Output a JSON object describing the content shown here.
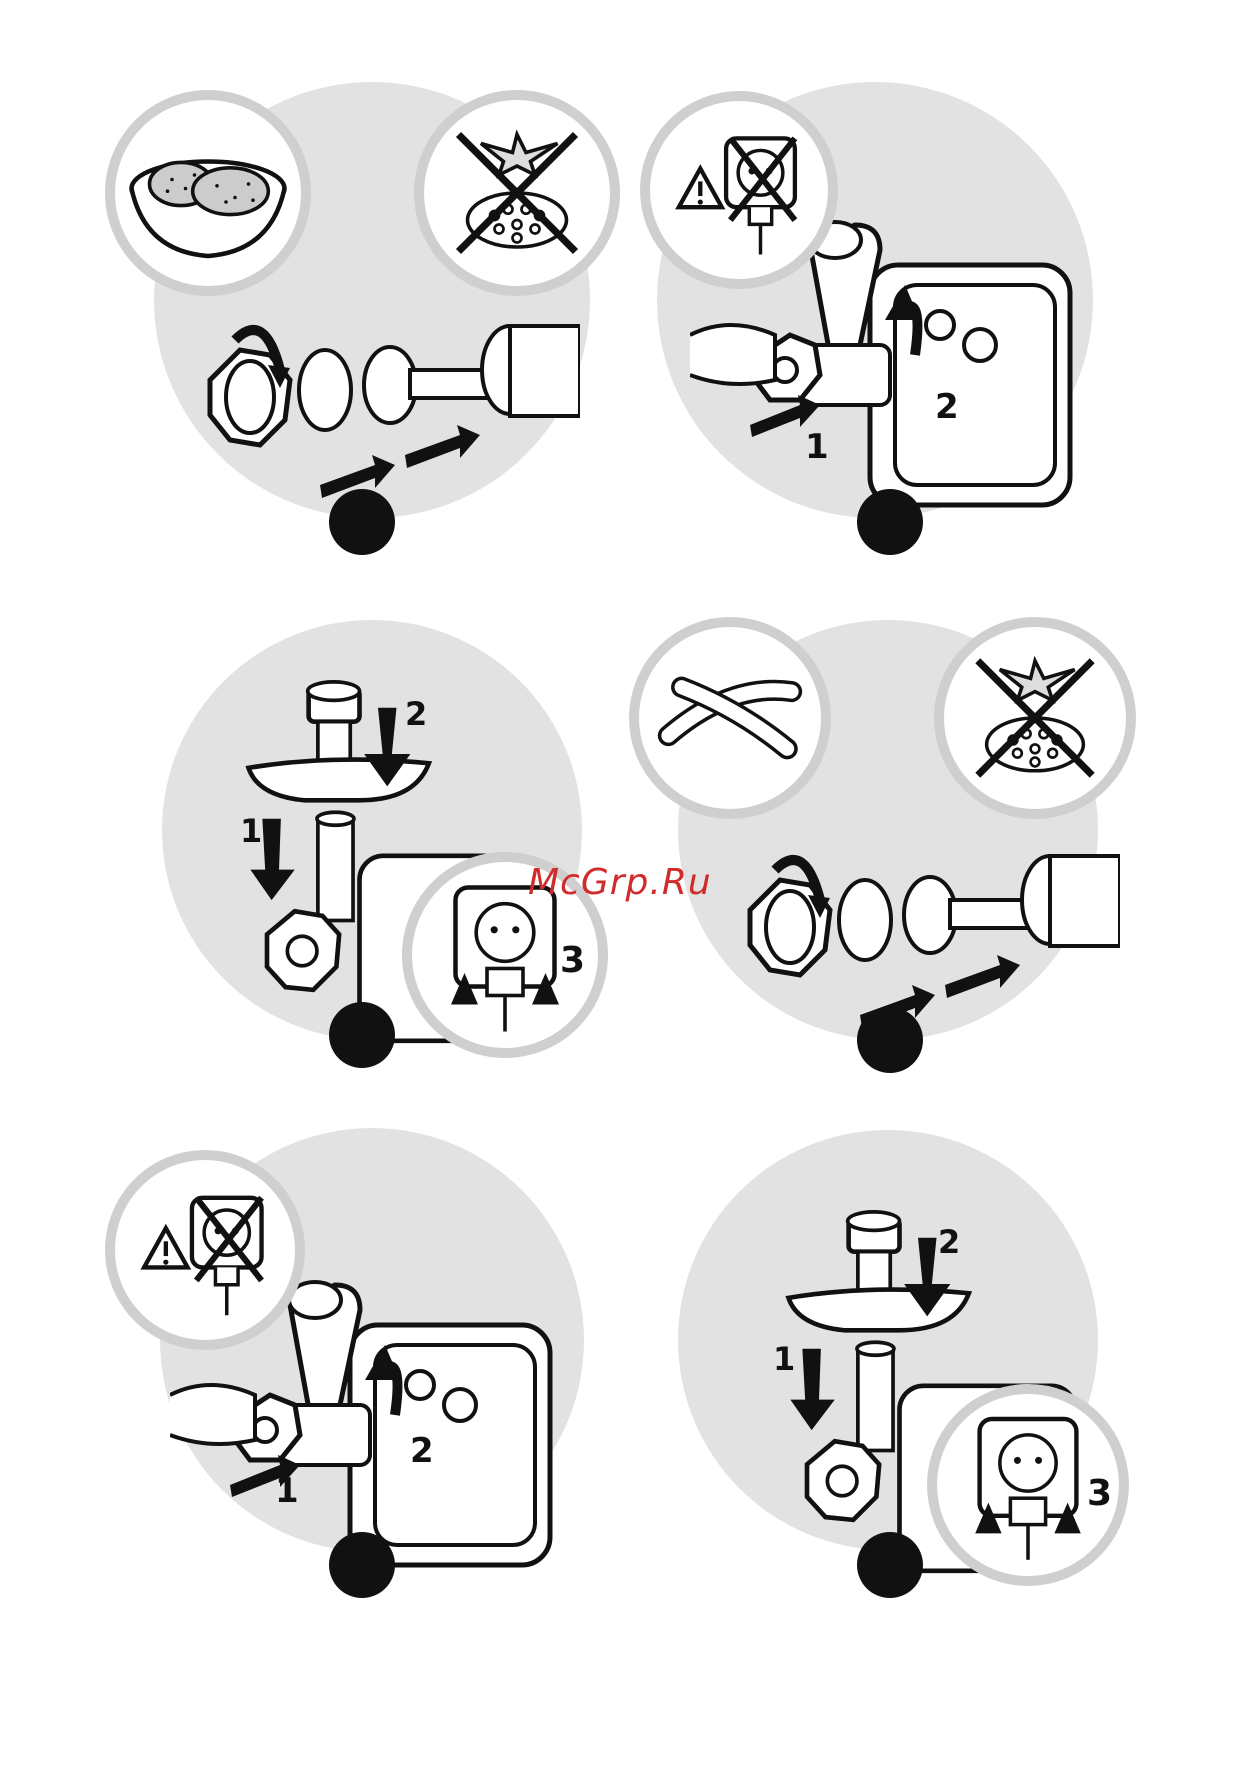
{
  "watermark": "McGrp.Ru",
  "colors": {
    "panel_bg": "#e2e2e2",
    "badge_bg": "#ffffff",
    "badge_ring": "#cfcfcf",
    "ink": "#111111",
    "watermark": "#d12b2b"
  },
  "panels": [
    {
      "id": "panel-1",
      "badges": [
        "meat-bowl-icon",
        "no-blade-no-plate-icon"
      ],
      "step_labels": []
    },
    {
      "id": "panel-2",
      "badges": [
        "unplug-warning-icon"
      ],
      "step_labels": [
        "1",
        "2"
      ]
    },
    {
      "id": "panel-3",
      "badges": [
        "plug-in-icon"
      ],
      "step_labels": [
        "1",
        "2",
        "3"
      ]
    },
    {
      "id": "panel-4",
      "badges": [
        "sausage-icon",
        "no-blade-no-plate-icon"
      ],
      "step_labels": []
    },
    {
      "id": "panel-5",
      "badges": [
        "unplug-warning-icon"
      ],
      "step_labels": [
        "1",
        "2"
      ]
    },
    {
      "id": "panel-6",
      "badges": [
        "plug-in-icon"
      ],
      "step_labels": [
        "1",
        "2",
        "3"
      ]
    }
  ]
}
